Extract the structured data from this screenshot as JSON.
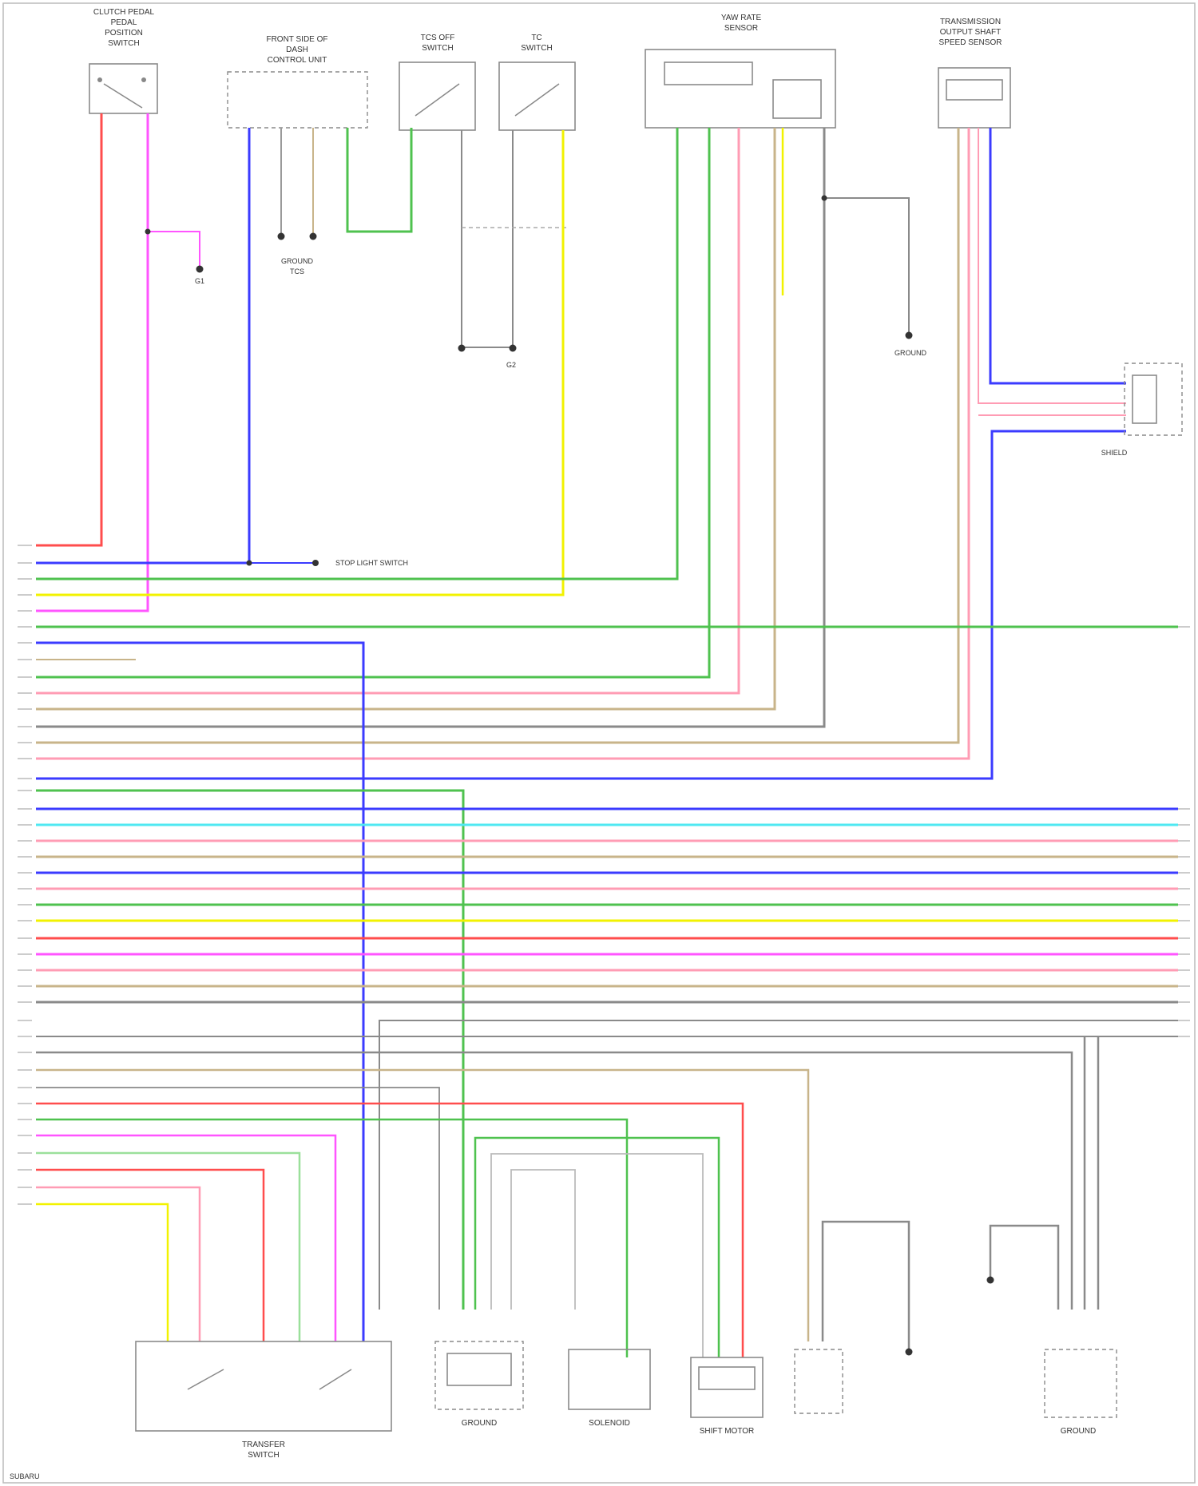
{
  "diagram": {
    "components": {
      "clutch_switch": [
        "CLUTCH PEDAL",
        "PEDAL",
        "POSITION",
        "SWITCH"
      ],
      "front_axle_ecu": [
        "FRONT SIDE OF",
        "DASH",
        "CONTROL UNIT"
      ],
      "tcs_switch": [
        "TCS OFF",
        "SWITCH"
      ],
      "tc_switch": [
        "TC",
        "SWITCH"
      ],
      "yaw_sensor": [
        "YAW RATE",
        "SENSOR"
      ],
      "output_shaft_sensor": [
        "TRANSMISSION",
        "OUTPUT SHAFT",
        "SPEED SENSOR"
      ],
      "transfer_switch": [
        "TRANSFER",
        "SWITCH"
      ],
      "solenoid": [
        "SOLENOID"
      ],
      "shift_motor": [
        "SHIFT MOTOR"
      ],
      "ground_left": [
        "GROUND"
      ],
      "ground_right": [
        "GROUND"
      ]
    },
    "notes": {
      "stop_light_switch": "STOP LIGHT SWITCH",
      "ground_mid": [
        "GROUND",
        "TCS"
      ],
      "ground_right": [
        "GROUND"
      ],
      "shield": "SHIELD",
      "ground_g1": [
        "G1"
      ],
      "ground_g2": [
        "G2"
      ],
      "footer": "SUBARU"
    },
    "wire_codes": {
      "red": "RED",
      "blu": "BLU",
      "grn": "GRN",
      "yel": "YEL",
      "pnk": "PNK",
      "gry": "GRY",
      "brn": "BRN",
      "wht": "WHT",
      "lgrn": "LT GRN",
      "vio": "VIO",
      "org": "ORG",
      "tan": "TAN",
      "lblu": "LT BLU",
      "blk": "BLK"
    },
    "colors": {
      "red": "#ff4d4d",
      "blue": "#3b3bff",
      "green": "#4fc24f",
      "yellow": "#f2f200",
      "pink": "#ff9cb4",
      "magenta": "#ff55ff",
      "gray": "#8a8a8a",
      "tan": "#c8b48a",
      "cyan": "#4fe8f2",
      "lightgreen": "#9be09b",
      "orange": "#ff8c2a"
    }
  }
}
